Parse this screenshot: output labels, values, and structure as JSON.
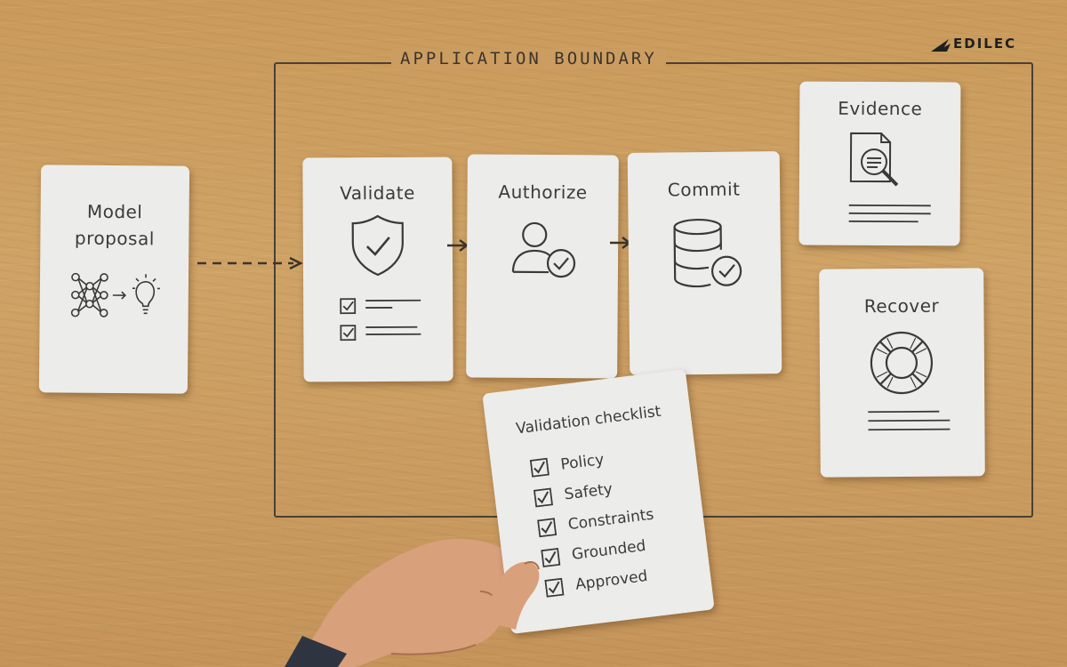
{
  "boundary": {
    "label": "APPLICATION BOUNDARY"
  },
  "brand": {
    "name": "EDILEC"
  },
  "cards": {
    "model_proposal": {
      "line1": "Model",
      "line2": "proposal"
    },
    "validate": {
      "title": "Validate"
    },
    "authorize": {
      "title": "Authorize"
    },
    "commit": {
      "title": "Commit"
    },
    "evidence": {
      "title": "Evidence"
    },
    "recover": {
      "title": "Recover"
    }
  },
  "checklist": {
    "title": "Validation checklist",
    "items": [
      "Policy",
      "Safety",
      "Constraints",
      "Grounded",
      "Approved"
    ]
  },
  "colors": {
    "wood": "#c99a5b",
    "card": "#ececea",
    "ink": "#3a3a3a"
  }
}
